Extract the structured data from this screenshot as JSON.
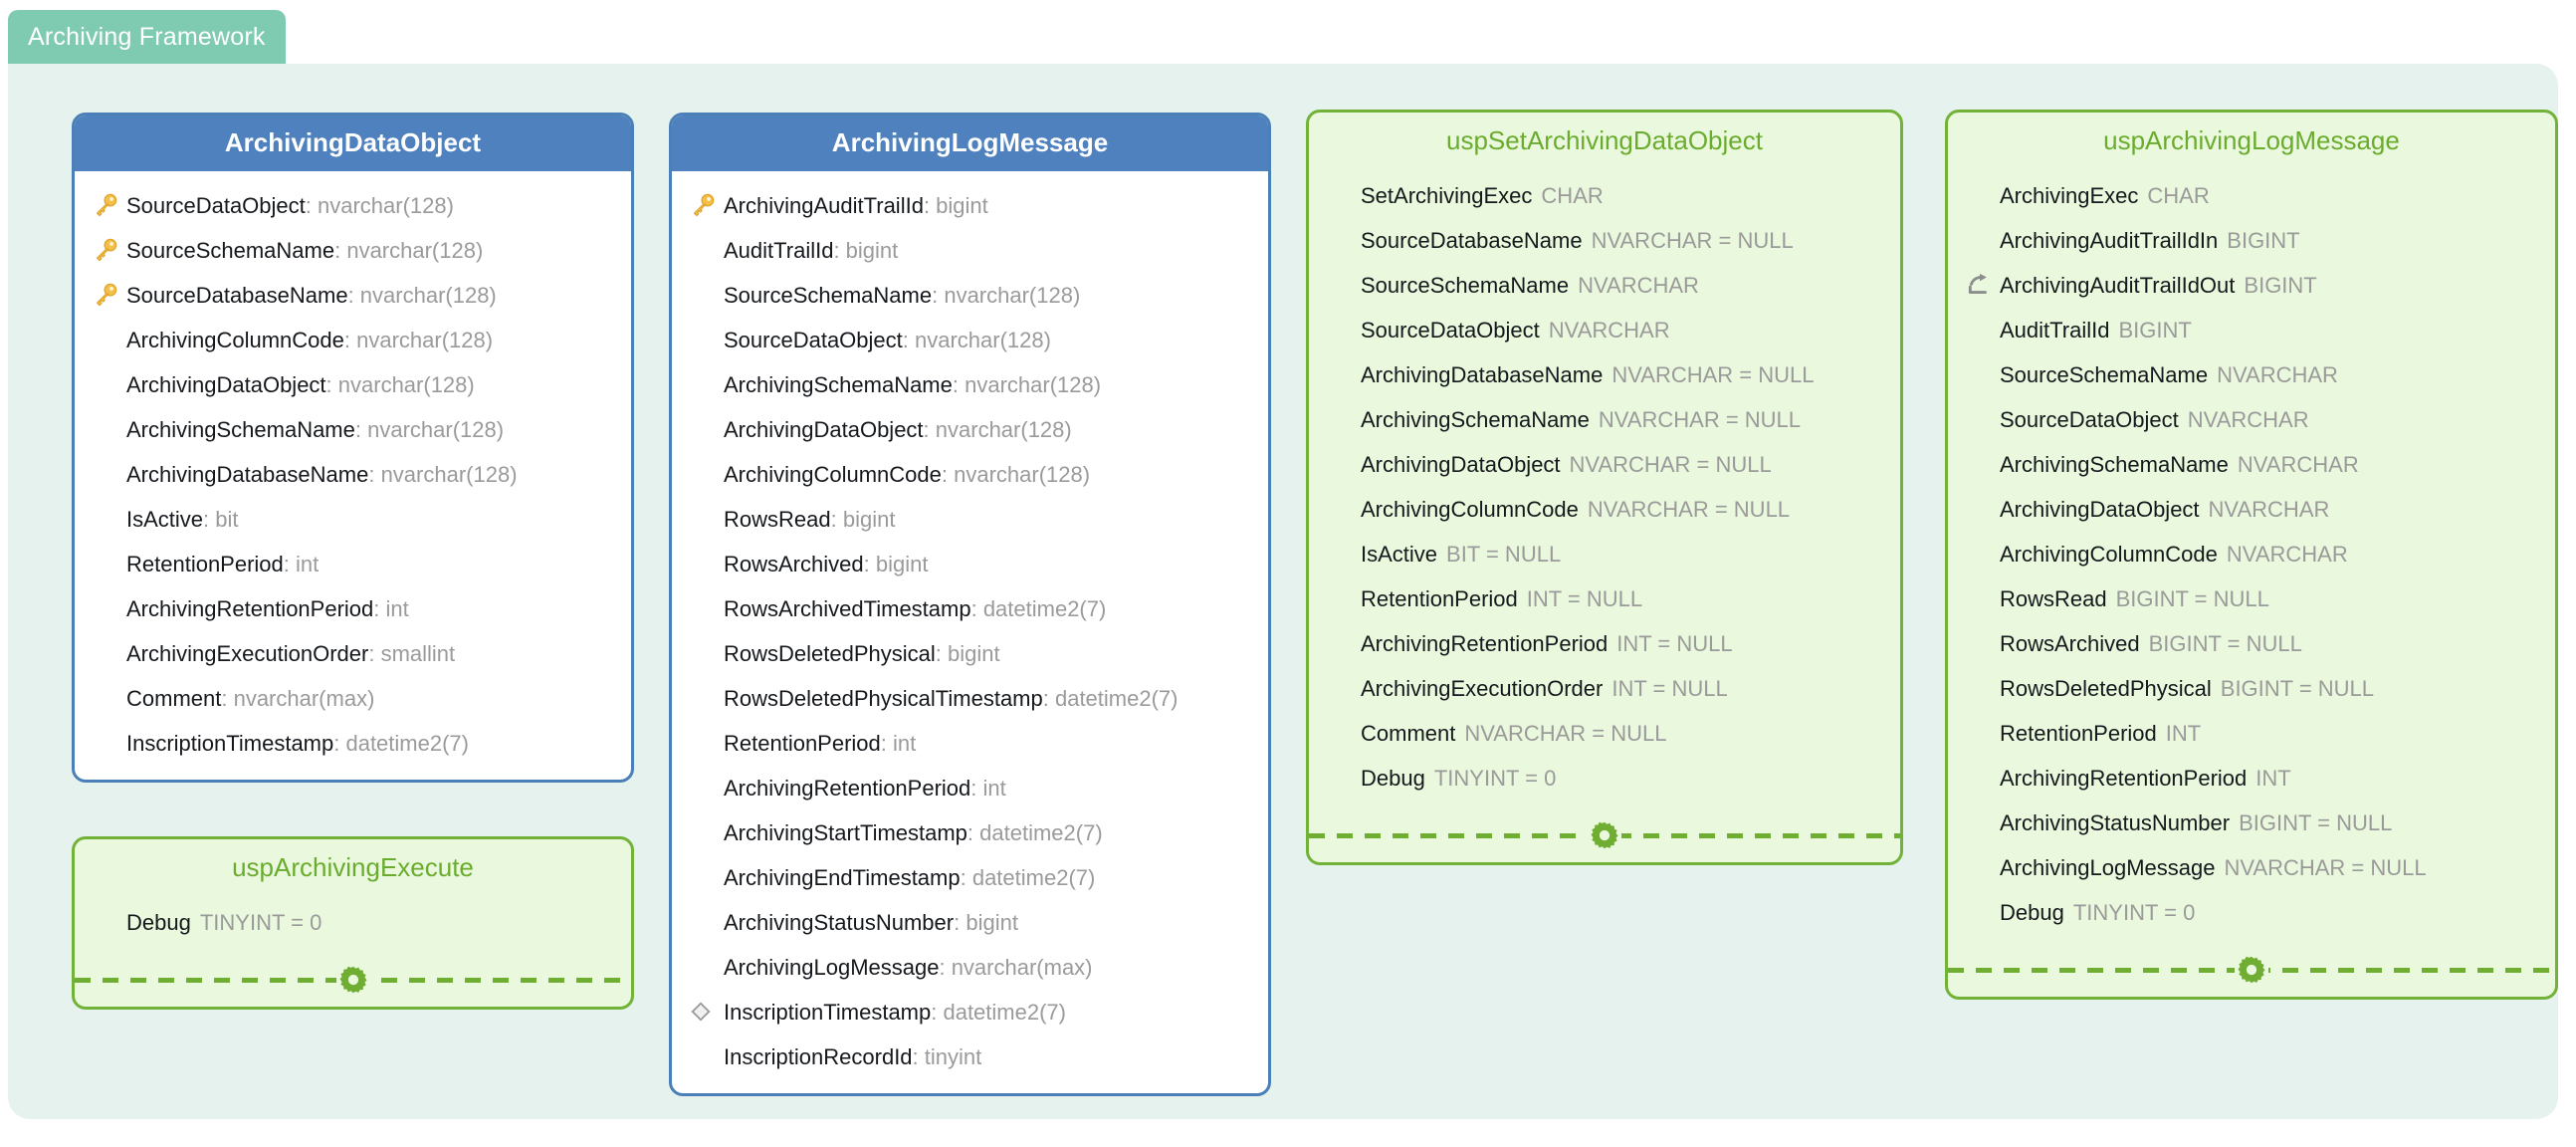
{
  "package": {
    "title": "Archiving Framework",
    "tab_color": "#7ecbb1",
    "body_color": "#e6f2ed"
  },
  "colors": {
    "table_header": "#4e81be",
    "table_border": "#4a7fb8",
    "proc_border": "#73b238",
    "proc_fill": "#eaf8dd",
    "proc_title": "#6aac2e",
    "type_text": "#9a9a9a",
    "name_text": "#15181c",
    "key_icon": "#f0b323",
    "gear_icon": "#6fae33"
  },
  "entities": [
    {
      "id": "archivingdataobject",
      "kind": "table",
      "title": "ArchivingDataObject",
      "members": [
        {
          "icon": "key-icon",
          "name": "SourceDataObject",
          "type": ": nvarchar(128)"
        },
        {
          "icon": "key-icon",
          "name": "SourceSchemaName",
          "type": ": nvarchar(128)"
        },
        {
          "icon": "key-icon",
          "name": "SourceDatabaseName",
          "type": ": nvarchar(128)"
        },
        {
          "icon": "none",
          "name": "ArchivingColumnCode",
          "type": ": nvarchar(128)"
        },
        {
          "icon": "none",
          "name": "ArchivingDataObject",
          "type": ": nvarchar(128)"
        },
        {
          "icon": "none",
          "name": "ArchivingSchemaName",
          "type": ": nvarchar(128)"
        },
        {
          "icon": "none",
          "name": "ArchivingDatabaseName",
          "type": ": nvarchar(128)"
        },
        {
          "icon": "none",
          "name": "IsActive",
          "type": ": bit"
        },
        {
          "icon": "none",
          "name": "RetentionPeriod",
          "type": ": int"
        },
        {
          "icon": "none",
          "name": "ArchivingRetentionPeriod",
          "type": ": int"
        },
        {
          "icon": "none",
          "name": "ArchivingExecutionOrder",
          "type": ": smallint"
        },
        {
          "icon": "none",
          "name": "Comment",
          "type": ": nvarchar(max)"
        },
        {
          "icon": "none",
          "name": "InscriptionTimestamp",
          "type": ": datetime2(7)"
        }
      ],
      "separator": false
    },
    {
      "id": "archivinglogmessage",
      "kind": "table",
      "title": "ArchivingLogMessage",
      "members": [
        {
          "icon": "key-icon",
          "name": "ArchivingAuditTrailId",
          "type": ": bigint"
        },
        {
          "icon": "none",
          "name": "AuditTrailId",
          "type": ": bigint"
        },
        {
          "icon": "none",
          "name": "SourceSchemaName",
          "type": ": nvarchar(128)"
        },
        {
          "icon": "none",
          "name": "SourceDataObject",
          "type": ": nvarchar(128)"
        },
        {
          "icon": "none",
          "name": "ArchivingSchemaName",
          "type": ": nvarchar(128)"
        },
        {
          "icon": "none",
          "name": "ArchivingDataObject",
          "type": ": nvarchar(128)"
        },
        {
          "icon": "none",
          "name": "ArchivingColumnCode",
          "type": ": nvarchar(128)"
        },
        {
          "icon": "none",
          "name": "RowsRead",
          "type": ": bigint"
        },
        {
          "icon": "none",
          "name": "RowsArchived",
          "type": ": bigint"
        },
        {
          "icon": "none",
          "name": "RowsArchivedTimestamp",
          "type": ": datetime2(7)"
        },
        {
          "icon": "none",
          "name": "RowsDeletedPhysical",
          "type": ": bigint"
        },
        {
          "icon": "none",
          "name": "RowsDeletedPhysicalTimestamp",
          "type": ": datetime2(7)"
        },
        {
          "icon": "none",
          "name": "RetentionPeriod",
          "type": ": int"
        },
        {
          "icon": "none",
          "name": "ArchivingRetentionPeriod",
          "type": ": int"
        },
        {
          "icon": "none",
          "name": "ArchivingStartTimestamp",
          "type": ": datetime2(7)"
        },
        {
          "icon": "none",
          "name": "ArchivingEndTimestamp",
          "type": ": datetime2(7)"
        },
        {
          "icon": "none",
          "name": "ArchivingStatusNumber",
          "type": ": bigint"
        },
        {
          "icon": "none",
          "name": "ArchivingLogMessage",
          "type": ": nvarchar(max)"
        },
        {
          "icon": "diamond-icon",
          "name": "InscriptionTimestamp",
          "type": ": datetime2(7)"
        },
        {
          "icon": "none",
          "name": "InscriptionRecordId",
          "type": ": tinyint"
        }
      ],
      "separator": false
    },
    {
      "id": "uspsetarchivingdataobject",
      "kind": "proc",
      "title": "uspSetArchivingDataObject",
      "members": [
        {
          "icon": "none",
          "name": "SetArchivingExec",
          "type": "CHAR"
        },
        {
          "icon": "none",
          "name": "SourceDatabaseName",
          "type": "NVARCHAR = NULL"
        },
        {
          "icon": "none",
          "name": "SourceSchemaName",
          "type": "NVARCHAR"
        },
        {
          "icon": "none",
          "name": "SourceDataObject",
          "type": "NVARCHAR"
        },
        {
          "icon": "none",
          "name": "ArchivingDatabaseName",
          "type": "NVARCHAR = NULL"
        },
        {
          "icon": "none",
          "name": "ArchivingSchemaName",
          "type": "NVARCHAR = NULL"
        },
        {
          "icon": "none",
          "name": "ArchivingDataObject",
          "type": "NVARCHAR = NULL"
        },
        {
          "icon": "none",
          "name": "ArchivingColumnCode",
          "type": "NVARCHAR = NULL"
        },
        {
          "icon": "none",
          "name": "IsActive",
          "type": "BIT = NULL"
        },
        {
          "icon": "none",
          "name": "RetentionPeriod",
          "type": "INT = NULL"
        },
        {
          "icon": "none",
          "name": "ArchivingRetentionPeriod",
          "type": "INT = NULL"
        },
        {
          "icon": "none",
          "name": "ArchivingExecutionOrder",
          "type": "INT = NULL"
        },
        {
          "icon": "none",
          "name": "Comment",
          "type": "NVARCHAR = NULL"
        },
        {
          "icon": "none",
          "name": "Debug",
          "type": "TINYINT = 0"
        }
      ],
      "separator": true
    },
    {
      "id": "usparchivinglogmessage",
      "kind": "proc",
      "title": "uspArchivingLogMessage",
      "members": [
        {
          "icon": "none",
          "name": "ArchivingExec",
          "type": "CHAR"
        },
        {
          "icon": "none",
          "name": "ArchivingAuditTrailIdIn",
          "type": "BIGINT"
        },
        {
          "icon": "output-icon",
          "name": "ArchivingAuditTrailIdOut",
          "type": "BIGINT"
        },
        {
          "icon": "none",
          "name": "AuditTrailId",
          "type": "BIGINT"
        },
        {
          "icon": "none",
          "name": "SourceSchemaName",
          "type": "NVARCHAR"
        },
        {
          "icon": "none",
          "name": "SourceDataObject",
          "type": "NVARCHAR"
        },
        {
          "icon": "none",
          "name": "ArchivingSchemaName",
          "type": "NVARCHAR"
        },
        {
          "icon": "none",
          "name": "ArchivingDataObject",
          "type": "NVARCHAR"
        },
        {
          "icon": "none",
          "name": "ArchivingColumnCode",
          "type": "NVARCHAR"
        },
        {
          "icon": "none",
          "name": "RowsRead",
          "type": "BIGINT = NULL"
        },
        {
          "icon": "none",
          "name": "RowsArchived",
          "type": "BIGINT = NULL"
        },
        {
          "icon": "none",
          "name": "RowsDeletedPhysical",
          "type": "BIGINT = NULL"
        },
        {
          "icon": "none",
          "name": "RetentionPeriod",
          "type": "INT"
        },
        {
          "icon": "none",
          "name": "ArchivingRetentionPeriod",
          "type": "INT"
        },
        {
          "icon": "none",
          "name": "ArchivingStatusNumber",
          "type": "BIGINT = NULL"
        },
        {
          "icon": "none",
          "name": "ArchivingLogMessage",
          "type": "NVARCHAR = NULL"
        },
        {
          "icon": "none",
          "name": "Debug",
          "type": "TINYINT = 0"
        }
      ],
      "separator": true
    },
    {
      "id": "usparchivingexecute",
      "kind": "proc",
      "title": "uspArchivingExecute",
      "members": [
        {
          "icon": "none",
          "name": "Debug",
          "type": "TINYINT = 0"
        }
      ],
      "separator": true
    }
  ]
}
